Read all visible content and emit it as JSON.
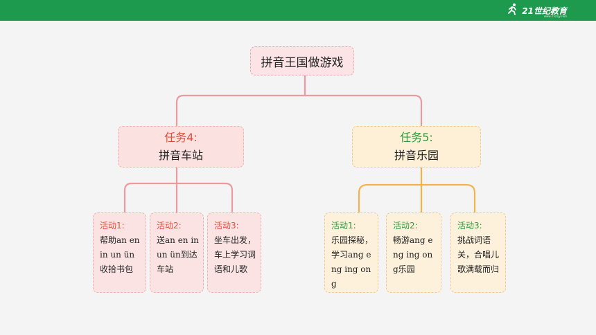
{
  "header": {
    "logo_text": "21世纪教育",
    "logo_subtext": "www.21cnjy.com"
  },
  "colors": {
    "header_green": "#1e9a4e",
    "left_branch": "#eb9aa0",
    "right_branch": "#f3b34a",
    "left_title": "#e0503e",
    "right_title": "#2f9c3f"
  },
  "diagram": {
    "root": {
      "label": "拼音王国做游戏"
    },
    "branches": [
      {
        "title": "任务4:",
        "subtitle": "拼音车站",
        "activities": [
          {
            "title": "活动1:",
            "text": "帮助an en in un ün收拾书包"
          },
          {
            "title": "活动2:",
            "text": "送an en in un ün到达车站"
          },
          {
            "title": "活动3:",
            "text": "坐车出发，车上学习词语和儿歌"
          }
        ]
      },
      {
        "title": "任务5:",
        "subtitle": "拼音乐园",
        "activities": [
          {
            "title": "活动1:",
            "text": "乐园探秘，学习ang eng ing ong"
          },
          {
            "title": "活动2:",
            "text": "畅游ang eng ing ong乐园"
          },
          {
            "title": "活动3:",
            "text": "挑战词语关，合唱儿歌满载而归"
          }
        ]
      }
    ]
  }
}
